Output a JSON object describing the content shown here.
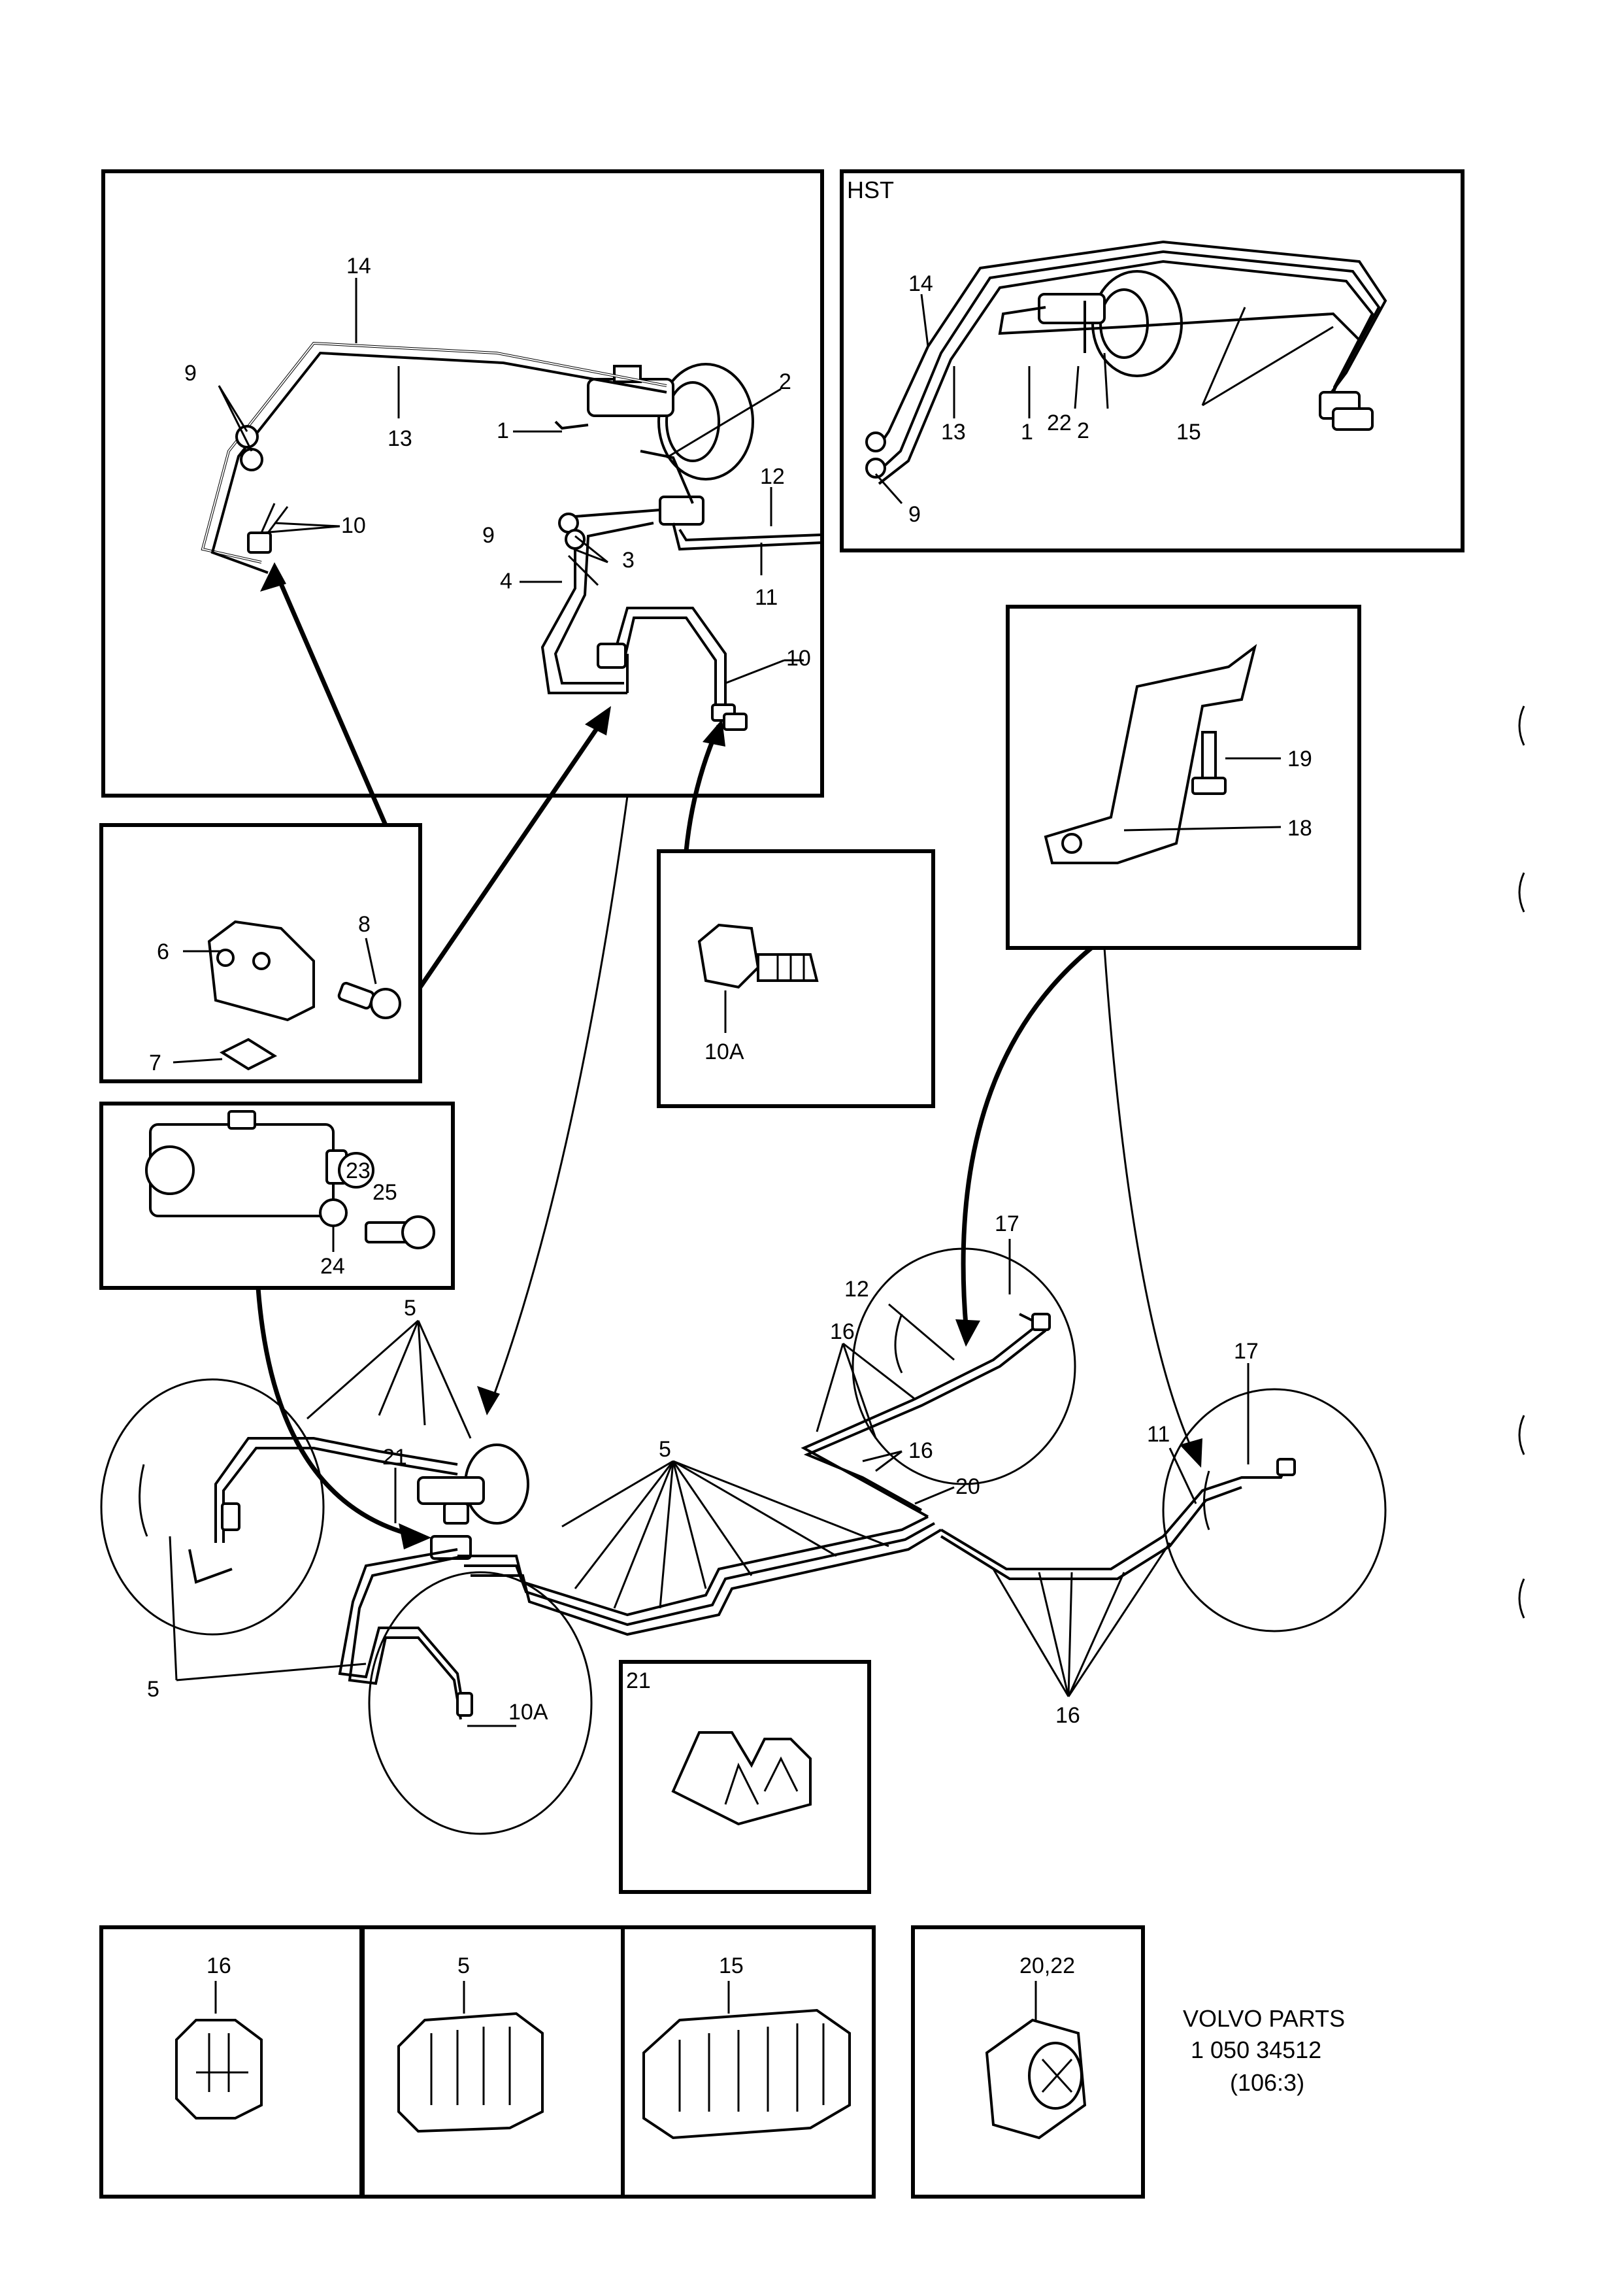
{
  "labels": {
    "hst": "HST",
    "n1": "1",
    "n2": "2",
    "n3": "3",
    "n4": "4",
    "n5": "5",
    "n6": "6",
    "n7": "7",
    "n8": "8",
    "n9": "9",
    "n10": "10",
    "n10a": "10A",
    "n11": "11",
    "n12": "12",
    "n13": "13",
    "n14": "14",
    "n15": "15",
    "n16": "16",
    "n17": "17",
    "n18": "18",
    "n19": "19",
    "n20": "20",
    "n21": "21",
    "n22": "22",
    "n23": "23",
    "n24": "24",
    "n25": "25",
    "n2022": "20,22"
  },
  "footer": {
    "brand": "VOLVO PARTS",
    "part_number": "1 050 34512",
    "page_ref": "(106:3)"
  }
}
